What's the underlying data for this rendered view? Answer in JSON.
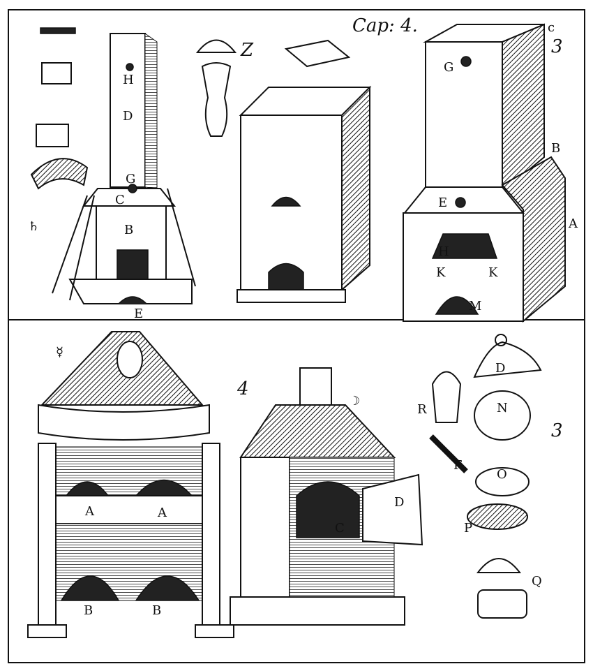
{
  "plate": {
    "caption": "Cap: 4.",
    "upper": {
      "fig_left": {
        "symbol": "♄",
        "labels": [
          "H",
          "D",
          "G",
          "C",
          "B",
          "E"
        ]
      },
      "fig_middle": {
        "label": "Z"
      },
      "fig_right": {
        "number": "3",
        "corner": "c",
        "labels": [
          "G",
          "B",
          "E",
          "A",
          "H",
          "K",
          "K",
          "M"
        ]
      }
    },
    "lower": {
      "fig_left": {
        "symbol": "☿",
        "labels": [
          "A",
          "A",
          "B",
          "B"
        ]
      },
      "fig_middle": {
        "number": "4",
        "symbol": "☽",
        "labels": [
          "C",
          "D"
        ]
      },
      "fig_right": {
        "number": "3",
        "labels": [
          "R",
          "F",
          "D",
          "N",
          "O",
          "P",
          "Q"
        ]
      }
    }
  }
}
